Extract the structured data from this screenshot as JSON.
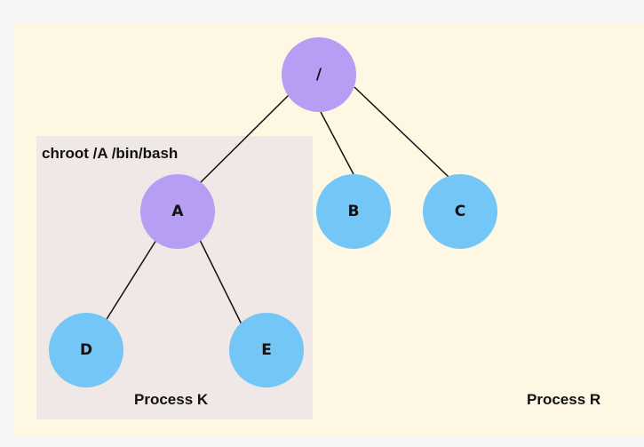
{
  "labels": {
    "command": "chroot /A /bin/bash",
    "process_k": "Process K",
    "process_r": "Process R"
  },
  "nodes": {
    "root": "/",
    "a": "A",
    "b": "B",
    "c": "C",
    "d": "D",
    "e": "E"
  },
  "colors": {
    "directory_node": "#b79df3",
    "leaf_node": "#74c6f6",
    "process_r_background": "#fdf7e3",
    "process_k_background": "#efe8e6",
    "edge": "#111111"
  }
}
